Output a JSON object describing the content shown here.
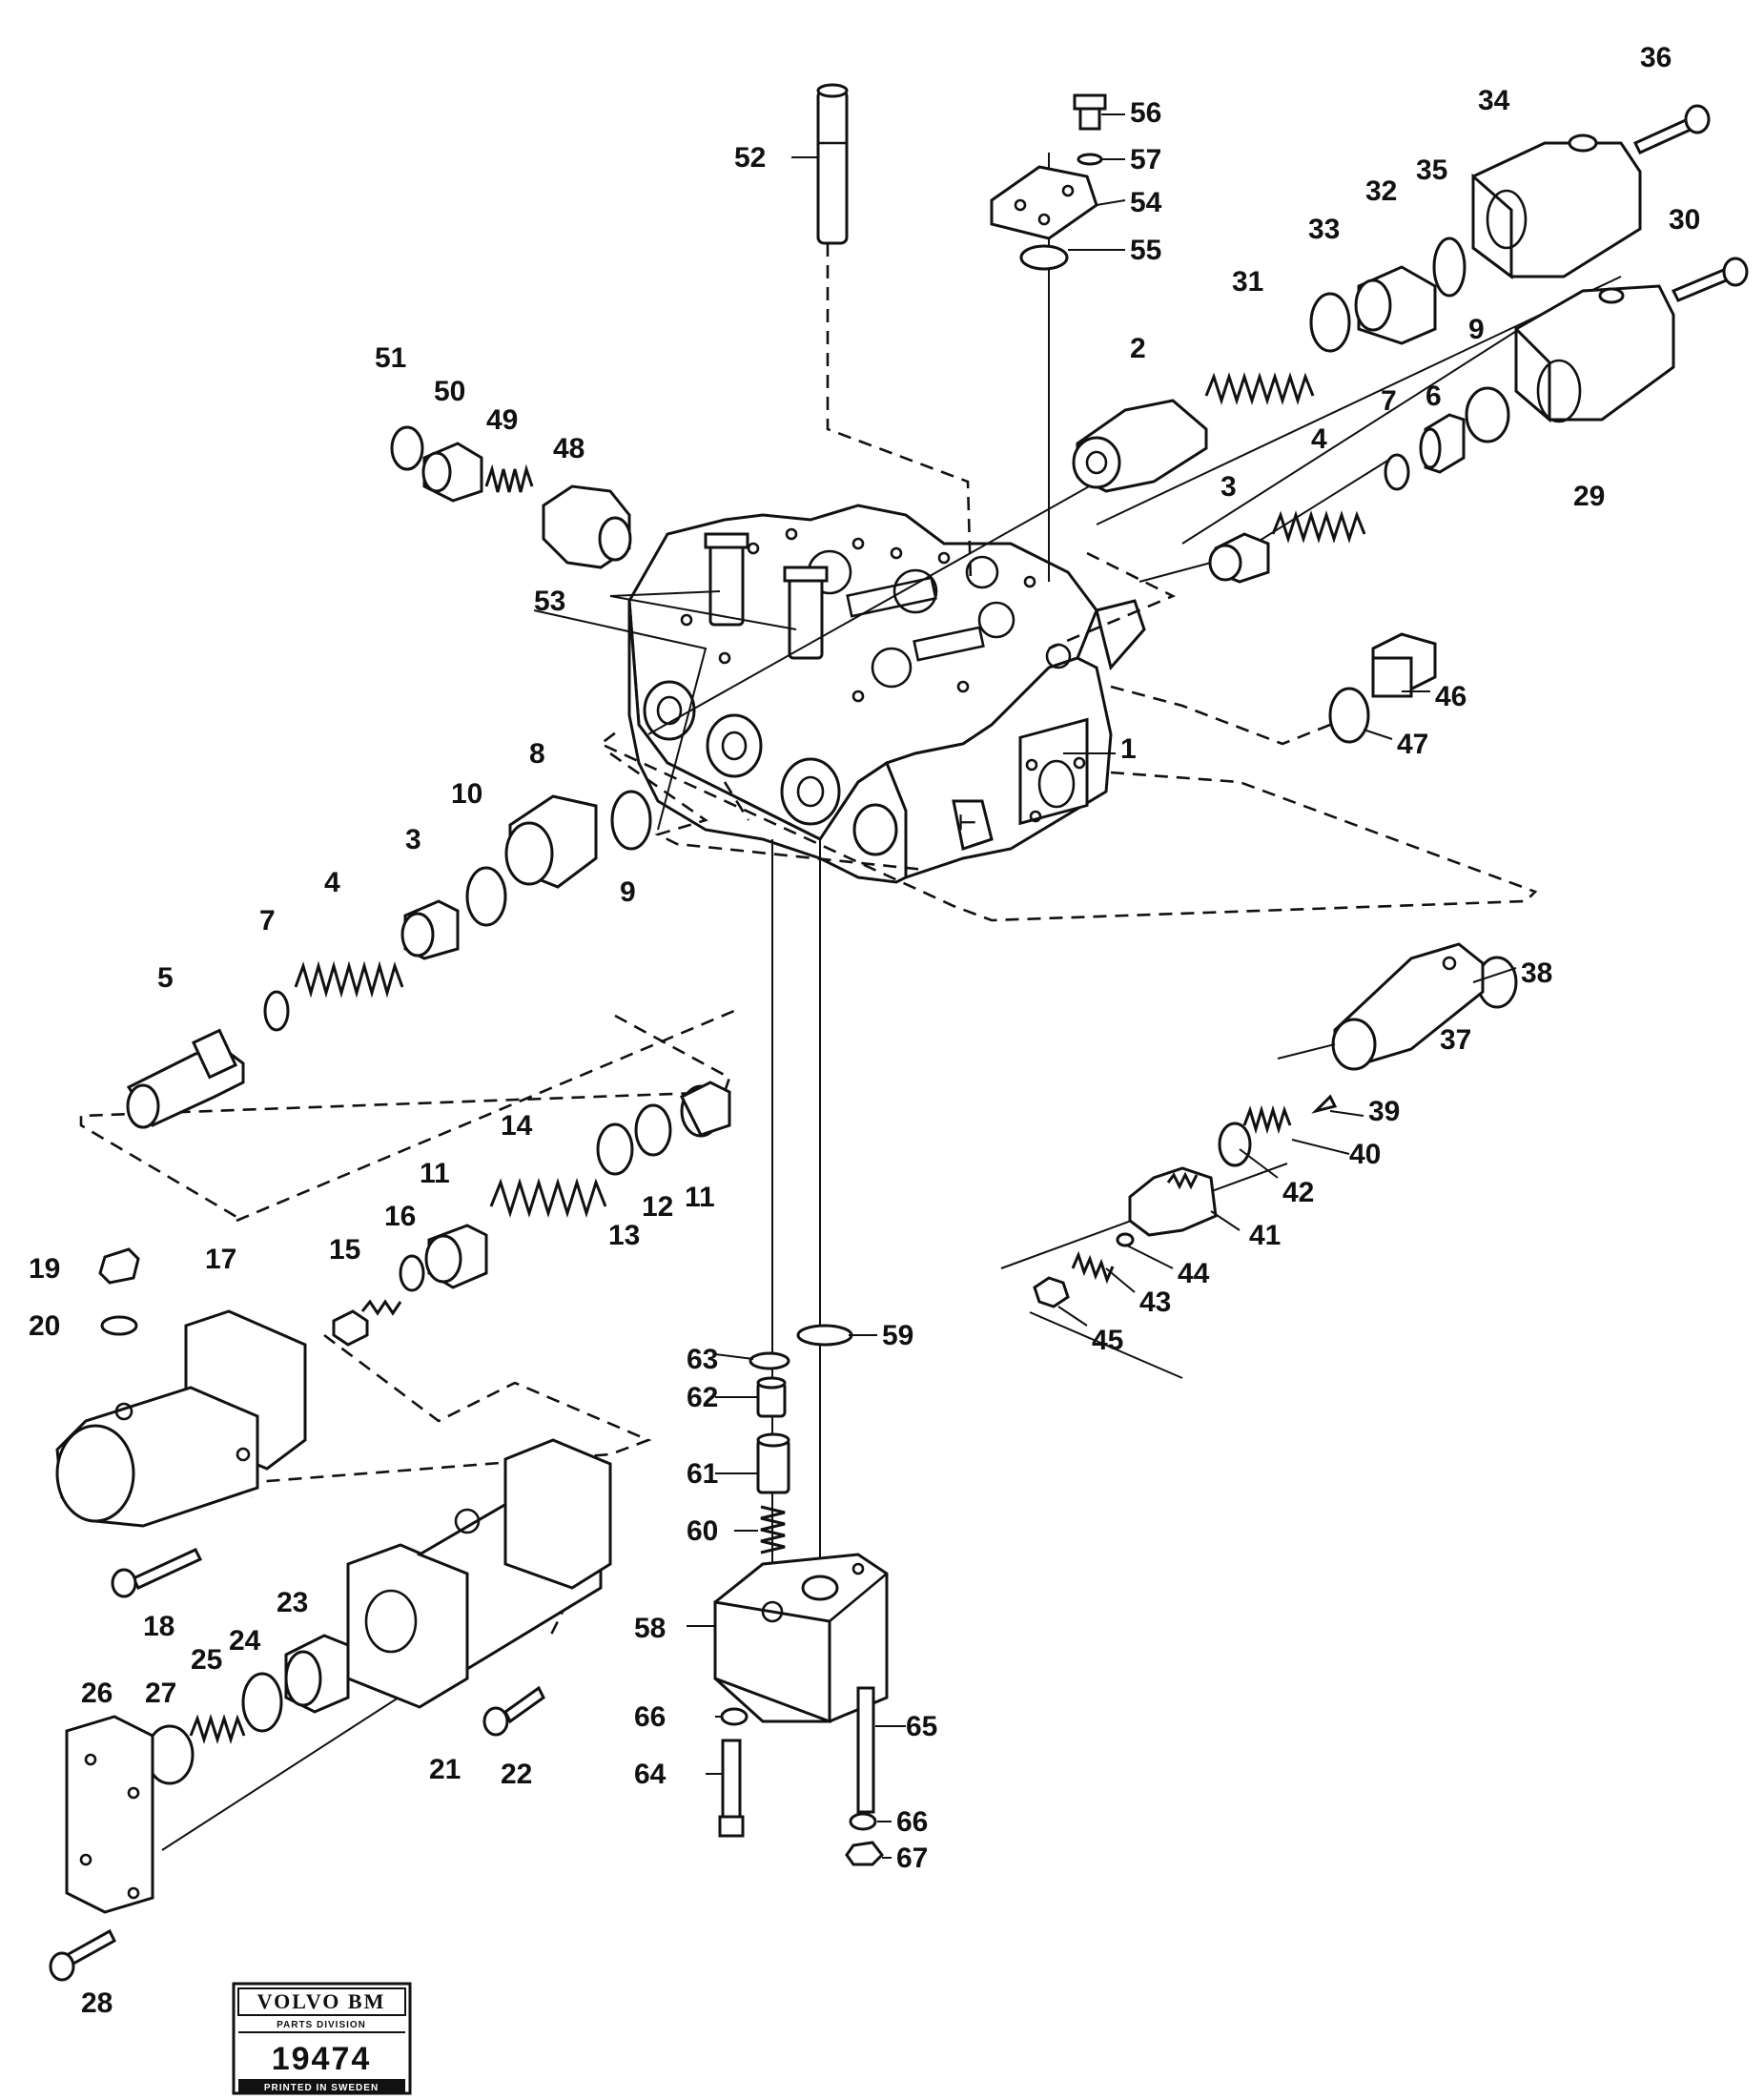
{
  "stamp": {
    "brand": "VOLVO BM",
    "division": "PARTS DIVISION",
    "number": "19474",
    "printed": "PRINTED IN SWEDEN"
  },
  "labels": [
    "1",
    "2",
    "3",
    "3",
    "4",
    "4",
    "5",
    "6",
    "7",
    "7",
    "8",
    "9",
    "9",
    "10",
    "11",
    "11",
    "12",
    "13",
    "14",
    "15",
    "16",
    "17",
    "18",
    "19",
    "20",
    "21",
    "22",
    "23",
    "24",
    "25",
    "26",
    "27",
    "28",
    "29",
    "30",
    "31",
    "32",
    "33",
    "34",
    "35",
    "36",
    "37",
    "38",
    "39",
    "40",
    "41",
    "42",
    "43",
    "44",
    "45",
    "46",
    "47",
    "48",
    "49",
    "50",
    "51",
    "52",
    "53",
    "54",
    "55",
    "56",
    "57",
    "58",
    "59",
    "60",
    "61",
    "62",
    "63",
    "64",
    "65",
    "66",
    "66",
    "67"
  ]
}
